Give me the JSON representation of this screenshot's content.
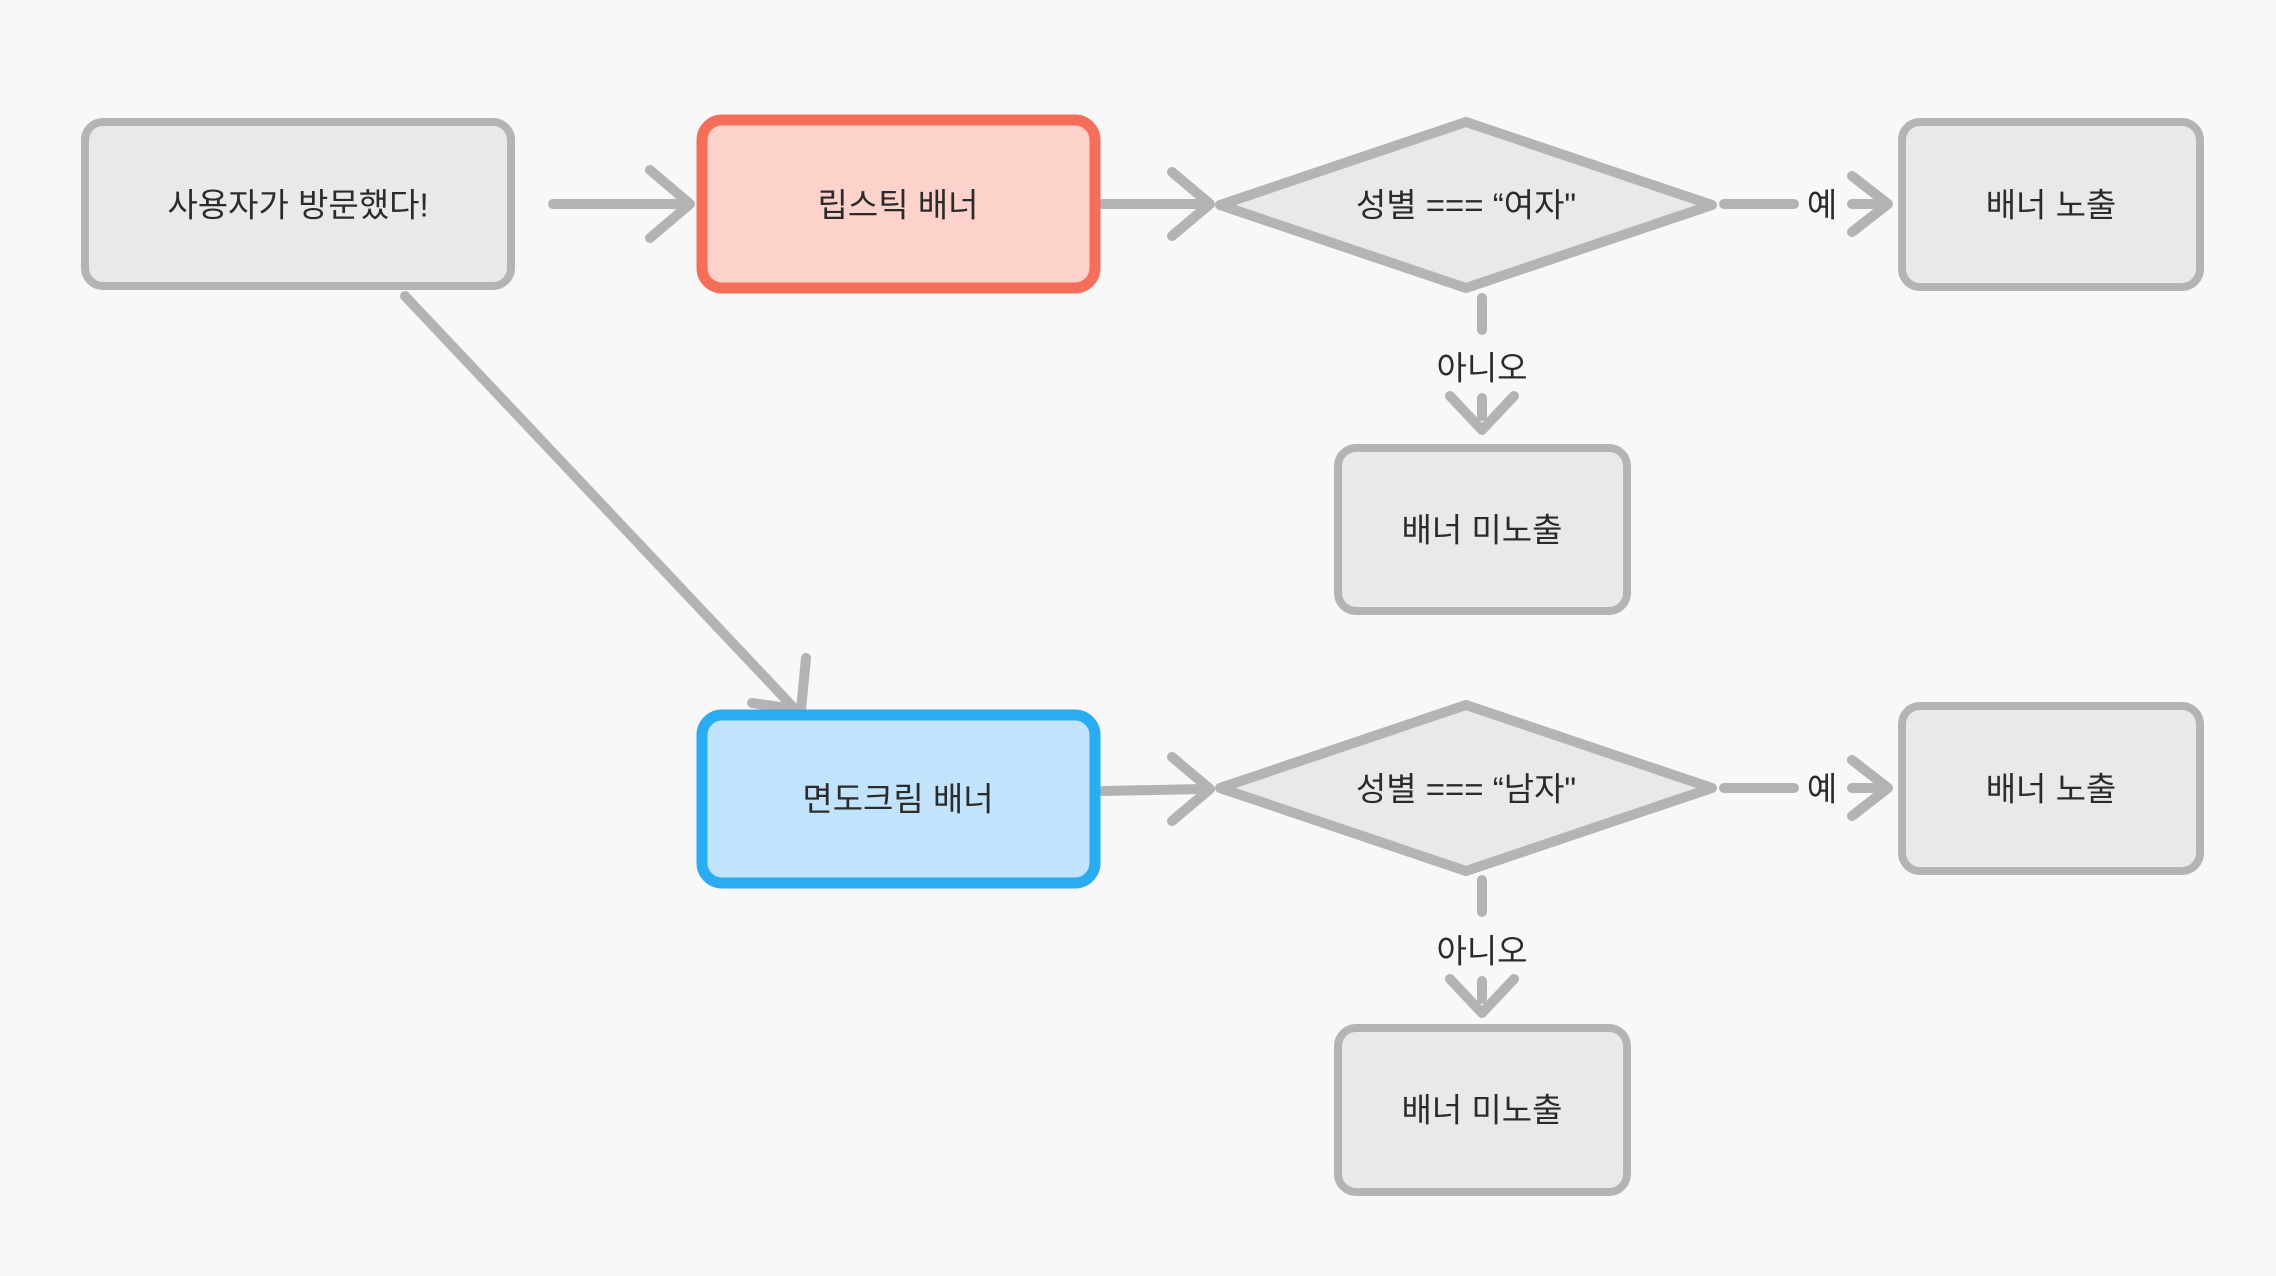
{
  "canvas": {
    "background": "#f8f8f9",
    "connector_color": "#b3b3b3",
    "text_color": "#2b2b2b"
  },
  "nodes": {
    "start": {
      "label": "사용자가 방문했다!",
      "fill": "#e9e9e9",
      "border": "#b4b4b4"
    },
    "lipstick_banner": {
      "label": "립스틱 배너",
      "fill": "#fcd2cb",
      "border": "#f46e5a"
    },
    "female_check": {
      "label": "성별 === “여자\"",
      "fill": "#e9e9e9",
      "border": "#b4b4b4"
    },
    "female_yes_result": {
      "label": "배너 노출",
      "fill": "#e9e9e9",
      "border": "#b4b4b4"
    },
    "female_no_result": {
      "label": "배너 미노출",
      "fill": "#e9e9e9",
      "border": "#b4b4b4"
    },
    "shaving_banner": {
      "label": "면도크림 배너",
      "fill": "#c1e3fb",
      "border": "#29acf2"
    },
    "male_check": {
      "label": "성별 === “남자\"",
      "fill": "#e9e9e9",
      "border": "#b4b4b4"
    },
    "male_yes_result": {
      "label": "배너 노출",
      "fill": "#e9e9e9",
      "border": "#b4b4b4"
    },
    "male_no_result": {
      "label": "배너 미노출",
      "fill": "#e9e9e9",
      "border": "#b4b4b4"
    }
  },
  "edges": {
    "female_yes": {
      "label": "예"
    },
    "female_no": {
      "label": "아니오"
    },
    "male_yes": {
      "label": "예"
    },
    "male_no": {
      "label": "아니오"
    }
  }
}
